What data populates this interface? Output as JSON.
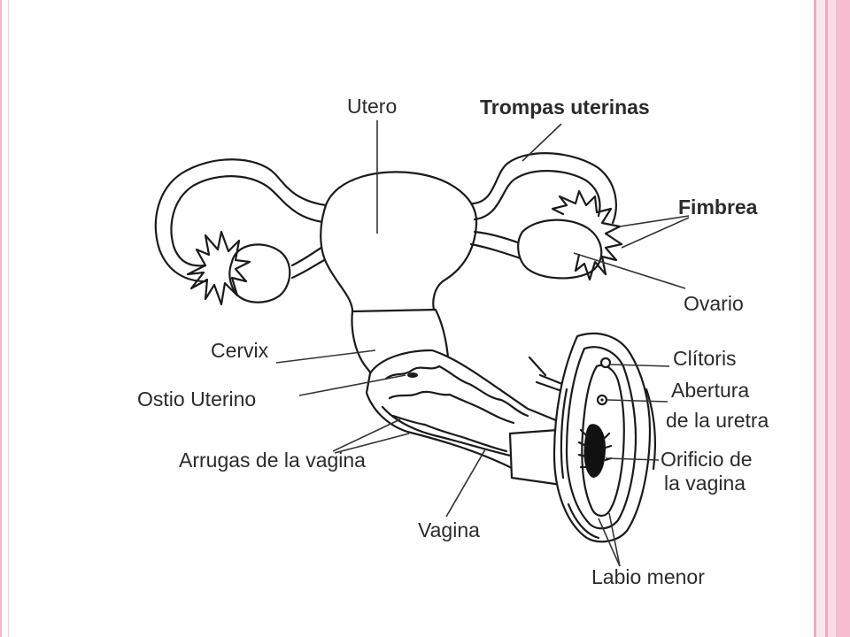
{
  "labels": {
    "utero": "Utero",
    "trompas": "Trompas uterinas",
    "fimbrea": "Fimbrea",
    "ovario": "Ovario",
    "cervix": "Cervix",
    "ostio": "Ostio Uterino",
    "arrugas": "Arrugas de la vagina",
    "vagina": "Vagina",
    "clitoris": "Clítoris",
    "abertura_1": "Abertura",
    "abertura_2": "de la uretra",
    "orificio_1": "Orificio de",
    "orificio_2": "la vagina",
    "labio": "Labio menor"
  },
  "colors": {
    "frame_accent": "#f1a9c3",
    "line": "#1b1b1b",
    "label_text": "#2b2b2b"
  }
}
